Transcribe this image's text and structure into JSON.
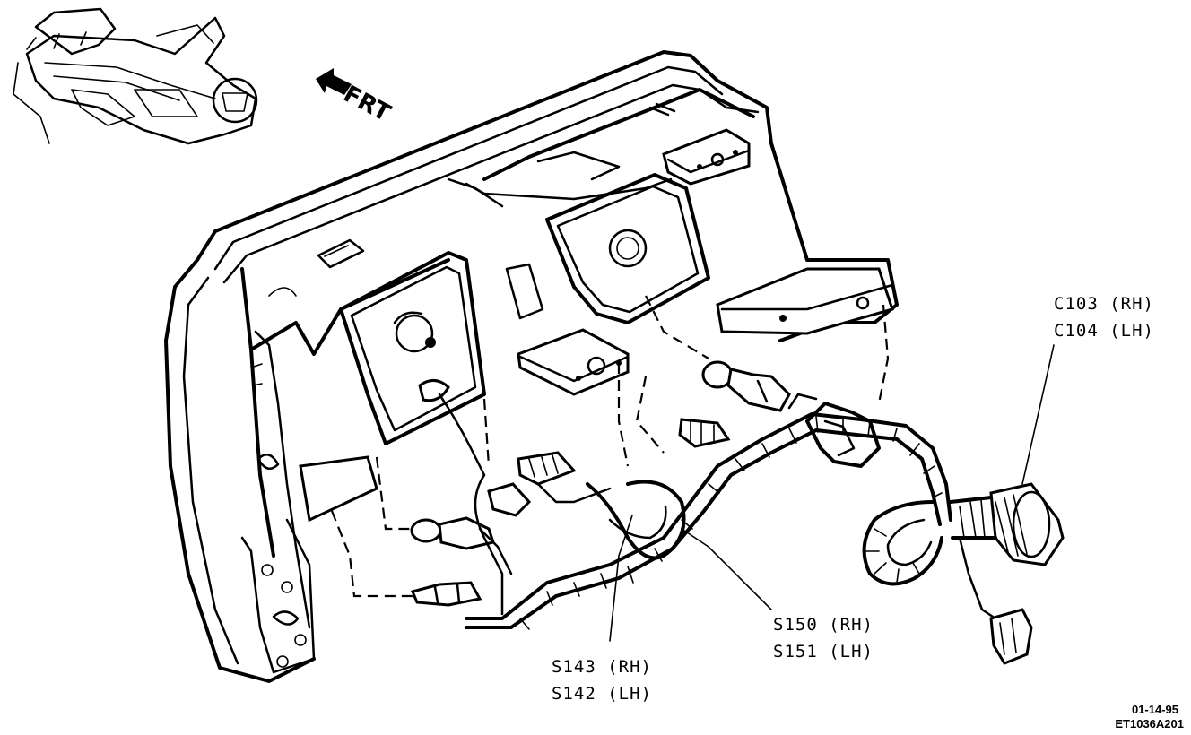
{
  "direction": {
    "label": "FRT"
  },
  "callouts": {
    "connector": {
      "line1": "C103 (RH)",
      "line2": "C104 (LH)"
    },
    "splice_a": {
      "line1": "S150 (RH)",
      "line2": "S151 (LH)"
    },
    "splice_b": {
      "line1": "S143 (RH)",
      "line2": "S142 (LH)"
    }
  },
  "stamp": {
    "date": "01-14-95",
    "code": "ET1036A201"
  }
}
